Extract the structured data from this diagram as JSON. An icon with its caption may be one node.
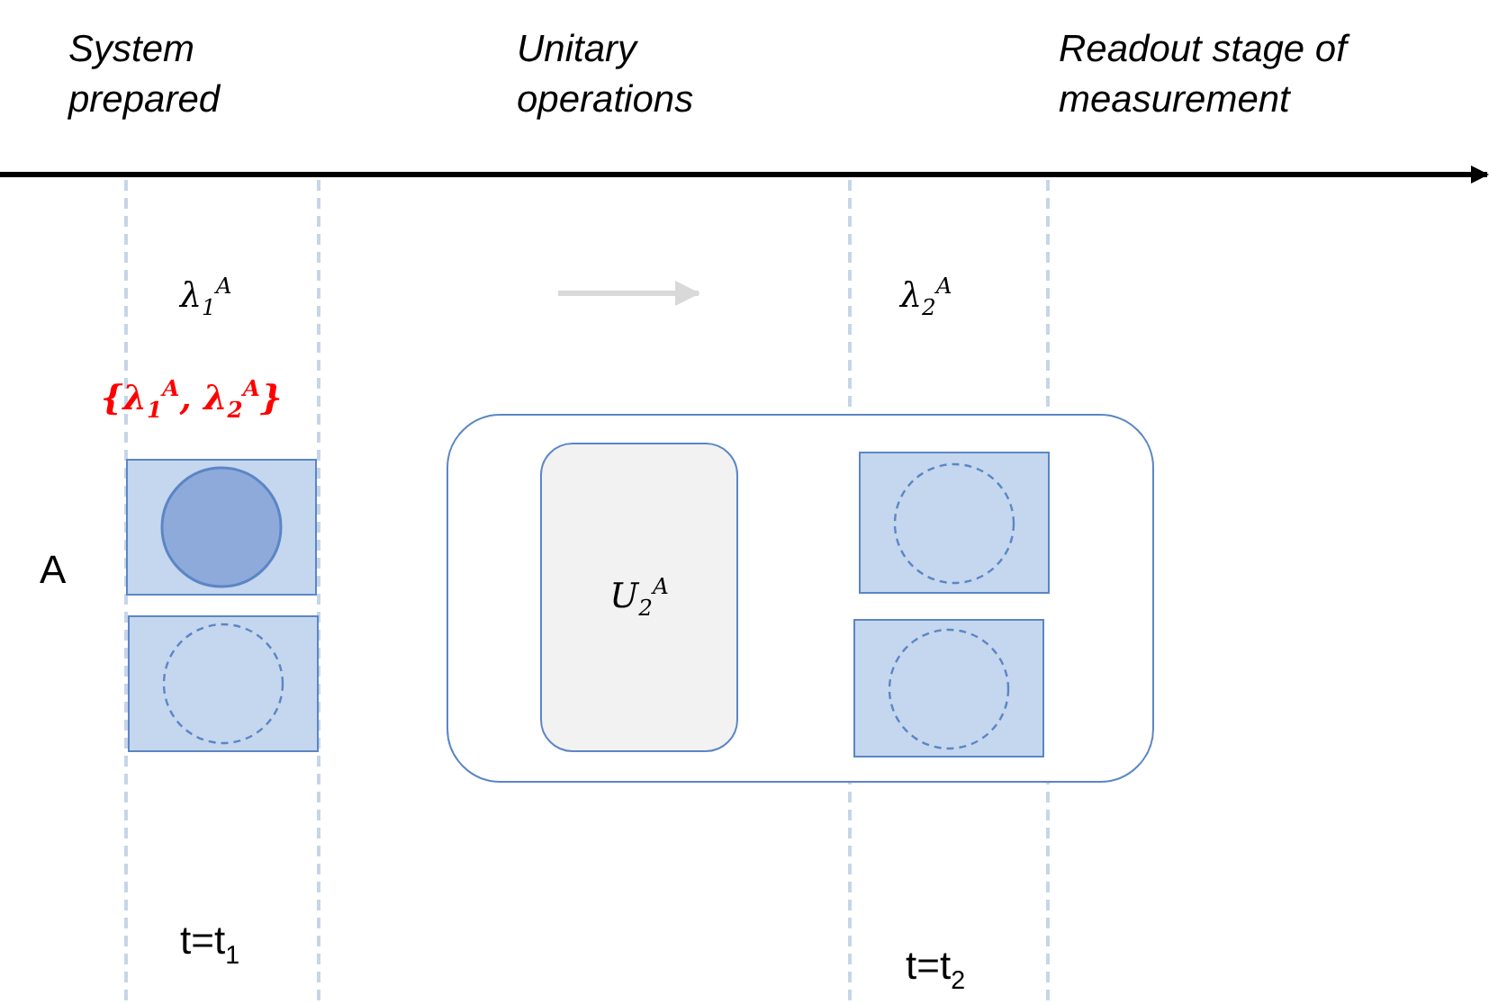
{
  "diagram": {
    "nodes": [
      {
        "text": [],
        "shape": "box"
      },
      {
        "text": [
          "U$_{2}$$^{A}$"
        ],
        "in": 0
      },
      {
        "text": [],
        "shape": "box"
      },
      {
        "text": [],
        "shape": "box"
      },
      {
        "text": [],
        "shape": "box",
        "in": 0
      },
      {
        "text": [],
        "shape": "box",
        "in": 0
      }
    ],
    "edges": [],
    "labels": [
      "System prepared",
      "Unitary operations",
      "Readout stage of measurement",
      "λ$_{1}$$^{A}$",
      "λ$_{2}$$^{A}$",
      "{λ$_{1}$$^{A}$, λ$_{2}$$^{A}$}",
      "A",
      "t=t$_{1}$",
      "t=t$_{2}$"
    ]
  }
}
